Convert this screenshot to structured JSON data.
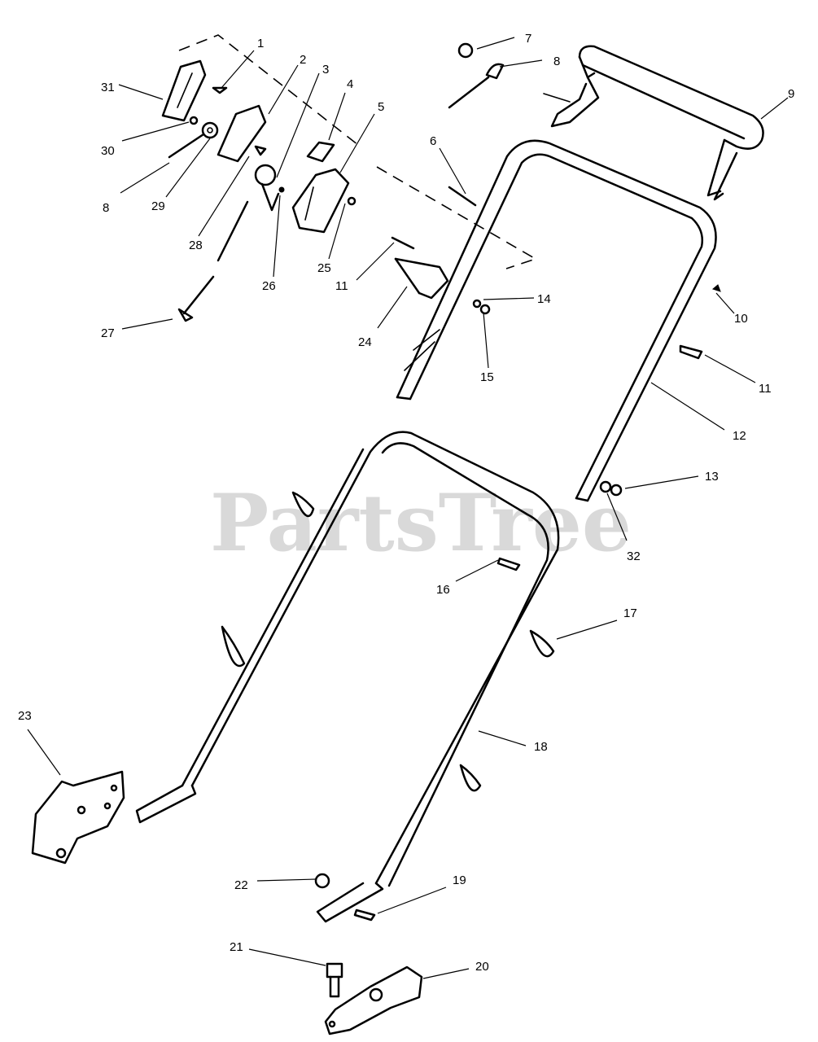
{
  "watermark": "PartsTree",
  "callouts": {
    "c1": "1",
    "c2": "2",
    "c3": "3",
    "c4": "4",
    "c5": "5",
    "c6": "6",
    "c7": "7",
    "c8a": "8",
    "c8b": "8",
    "c9": "9",
    "c10": "10",
    "c11a": "11",
    "c11b": "11",
    "c12": "12",
    "c13": "13",
    "c14": "14",
    "c15": "15",
    "c16": "16",
    "c17": "17",
    "c18": "18",
    "c19": "19",
    "c20": "20",
    "c21": "21",
    "c22": "22",
    "c23": "23",
    "c24": "24",
    "c25": "25",
    "c26": "26",
    "c27": "27",
    "c28": "28",
    "c29": "29",
    "c30": "30",
    "c31": "31",
    "c32": "32"
  }
}
